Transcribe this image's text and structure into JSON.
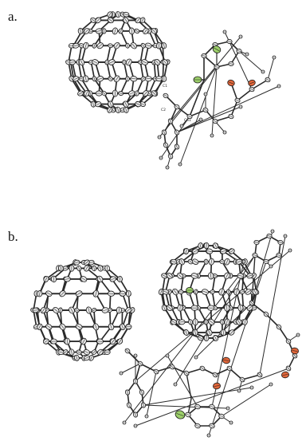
{
  "panels": {
    "a": {
      "label": "a."
    },
    "b": {
      "label": "b."
    }
  },
  "atom_labels": [
    "C1",
    "C2",
    "C61"
  ],
  "colors": {
    "carbon": "#e8e8e8",
    "outline": "#1a1a1a",
    "bond": "#2a2a2a",
    "oxygen": "#e0663a",
    "chlorine": "#9ccf6a",
    "hydrogen": "#ffffff"
  }
}
